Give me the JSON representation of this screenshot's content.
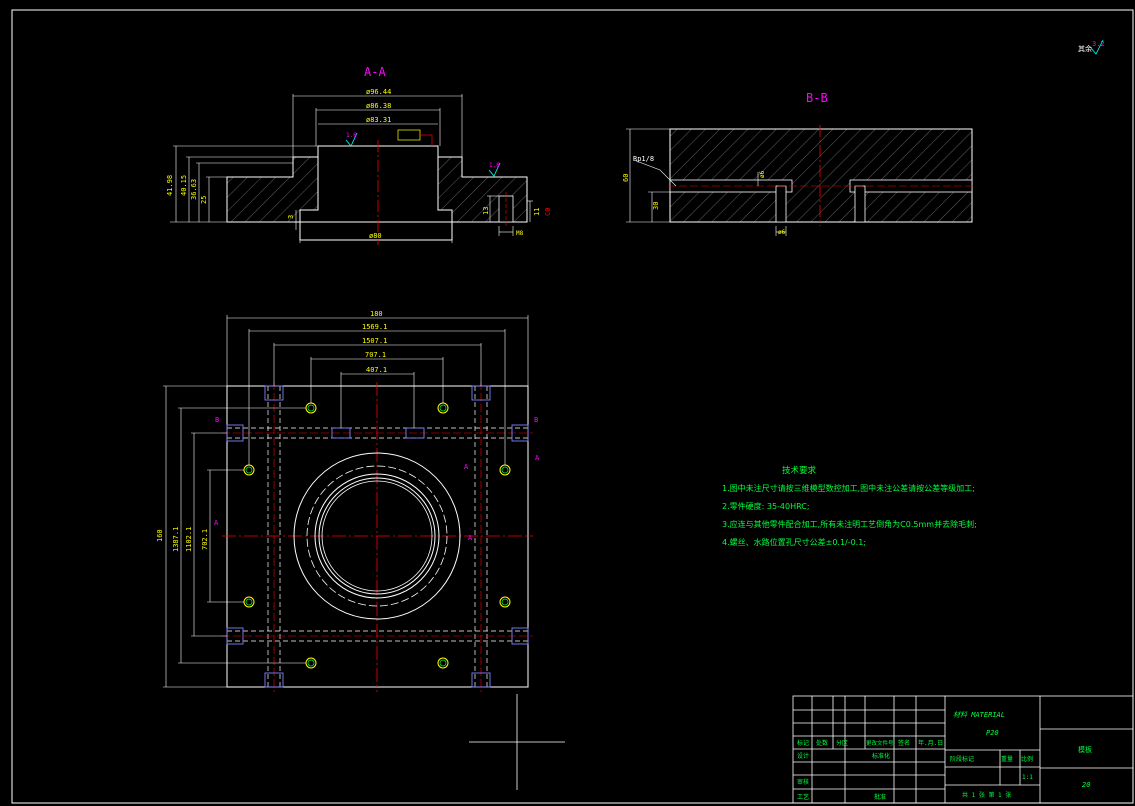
{
  "sections": {
    "aa_label": "A-A",
    "bb_label": "B-B"
  },
  "roughness": {
    "corner": "其余",
    "corner_value": "3.2",
    "aa_value_1": "1.6",
    "aa_value_2": "1.6"
  },
  "dims_aa": {
    "d1": "ø96.44",
    "d2": "ø86.38",
    "d3": "ø83.31",
    "bottom": "ø80",
    "h1": "41.98",
    "h2": "40.15",
    "h3": "36.63",
    "h4": "25",
    "step": "3",
    "hole_h": "13",
    "hole_w": "M8",
    "right_h": "11",
    "right_side": "C0"
  },
  "dims_bb": {
    "thread": "Rp1/8",
    "h_total": "60",
    "h_lower": "30",
    "port": "ø6",
    "hole": "ø6"
  },
  "dims_plan": {
    "w_total": "180",
    "w1": "1569.1",
    "w2": "1507.1",
    "w3": "707.1",
    "w4": "407.1",
    "h_total": "160",
    "h1": "1387.1",
    "h2": "1102.1",
    "h3": "702.1",
    "marker_a": "A",
    "marker_b": "B"
  },
  "notes": {
    "title": "技术要求",
    "items": [
      "1.图中未注尺寸请按三维模型数控加工,图中未注公差请按公差等级加工;",
      "2.零件硬度: 35-40HRC;",
      "3.应连与其他零件配合加工,所有未注明工艺倒角为C0.5mm并去除毛刺;",
      "4.螺丝、水路位置孔尺寸公差±0.1/-0.1;"
    ]
  },
  "title_block": {
    "material_label": "材料 MATERIAL",
    "material_value": "P20",
    "row_headers": [
      "标记",
      "处数",
      "分区",
      "更改文件号",
      "签名",
      "年.月.日"
    ],
    "left_labels": [
      "设计",
      "审核",
      "工艺"
    ],
    "mid_labels": [
      "标准化",
      "批准"
    ],
    "stage_labels": [
      "阶段标记",
      "重量",
      "比例"
    ],
    "scale": "1:1",
    "sheet": "共 1 张  第 1 张",
    "quantity": "20",
    "part_name": "模板"
  },
  "colors": {
    "background": "#000000",
    "outline": "#ffffff",
    "dimension": "#ffff00",
    "center": "#ff0000",
    "hidden": "#00ffff",
    "section_label": "#ff00ff",
    "notes": "#00ff3c",
    "hatch": "#808080"
  }
}
